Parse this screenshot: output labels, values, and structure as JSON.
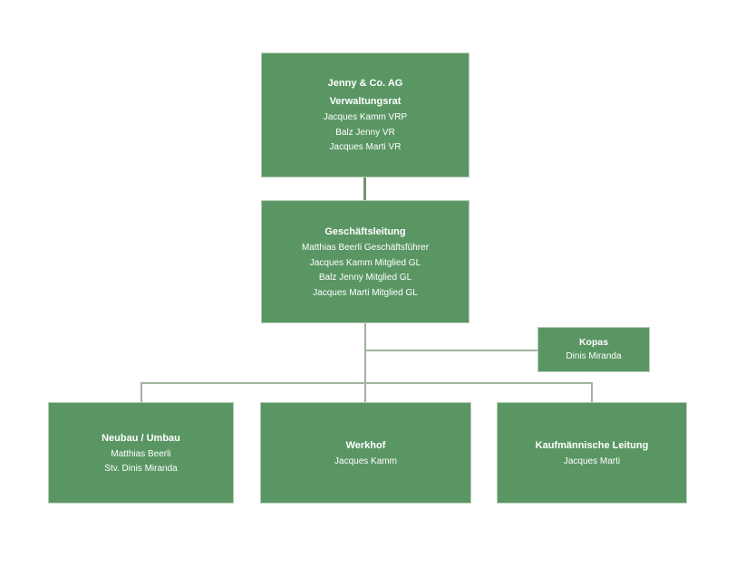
{
  "page": {
    "type": "organization-chart",
    "background": "#ffffff"
  },
  "colors": {
    "box_fill": "#5a9664",
    "box_border": "#b5cdb6",
    "connector": "#a2b39f",
    "connector_dark": "#6f9672",
    "text": "#ffffff"
  },
  "boxes": {
    "board": {
      "titles": [
        "Jenny & Co. AG",
        "Verwaltungsrat"
      ],
      "members": [
        "Jacques Kamm VRP",
        "Balz Jenny VR",
        "Jacques Marti VR"
      ]
    },
    "management": {
      "titles": [
        "Geschäftsleitung"
      ],
      "members": [
        "Matthias Beerli Geschäftsführer",
        "Jacques Kamm Mitglied GL",
        "Balz Jenny Mitglied GL",
        "Jacques Marti Mitglied GL"
      ]
    },
    "kopas": {
      "titles": [
        "Kopas"
      ],
      "members": [
        "Dinis Miranda"
      ]
    },
    "neubau_umbau": {
      "titles": [
        "Neubau / Umbau"
      ],
      "members": [
        "Matthias Beerli",
        "Stv. Dinis Miranda"
      ]
    },
    "werkhof": {
      "titles": [
        "Werkhof"
      ],
      "members": [
        "Jacques Kamm"
      ]
    },
    "kaufmaennische_leitung": {
      "titles": [
        "Kaufmännische Leitung"
      ],
      "members": [
        "Jacques Marti"
      ]
    }
  }
}
